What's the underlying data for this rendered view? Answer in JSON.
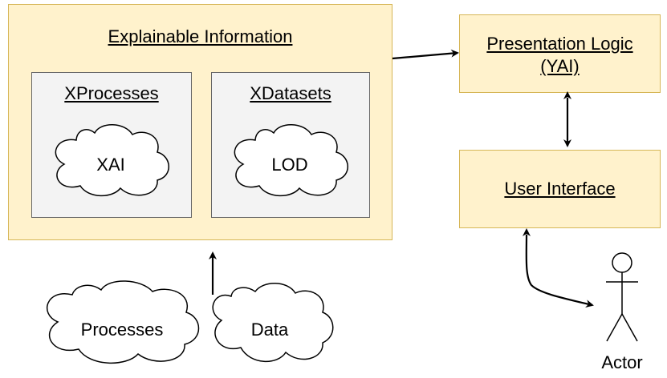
{
  "explainable_information": {
    "title": "Explainable Information",
    "xprocesses": {
      "title": "XProcesses",
      "cloud": "XAI"
    },
    "xdatasets": {
      "title": "XDatasets",
      "cloud": "LOD"
    }
  },
  "presentation_logic": {
    "line1": "Presentation Logic",
    "line2": "(YAI)"
  },
  "user_interface": {
    "label": "User Interface"
  },
  "sources": {
    "processes": "Processes",
    "data": "Data"
  },
  "actor": {
    "label": "Actor"
  },
  "colors": {
    "container_fill": "#fff2cc",
    "container_stroke": "#d6b656",
    "inner_fill": "#f3f3f3",
    "inner_stroke": "#666666"
  }
}
